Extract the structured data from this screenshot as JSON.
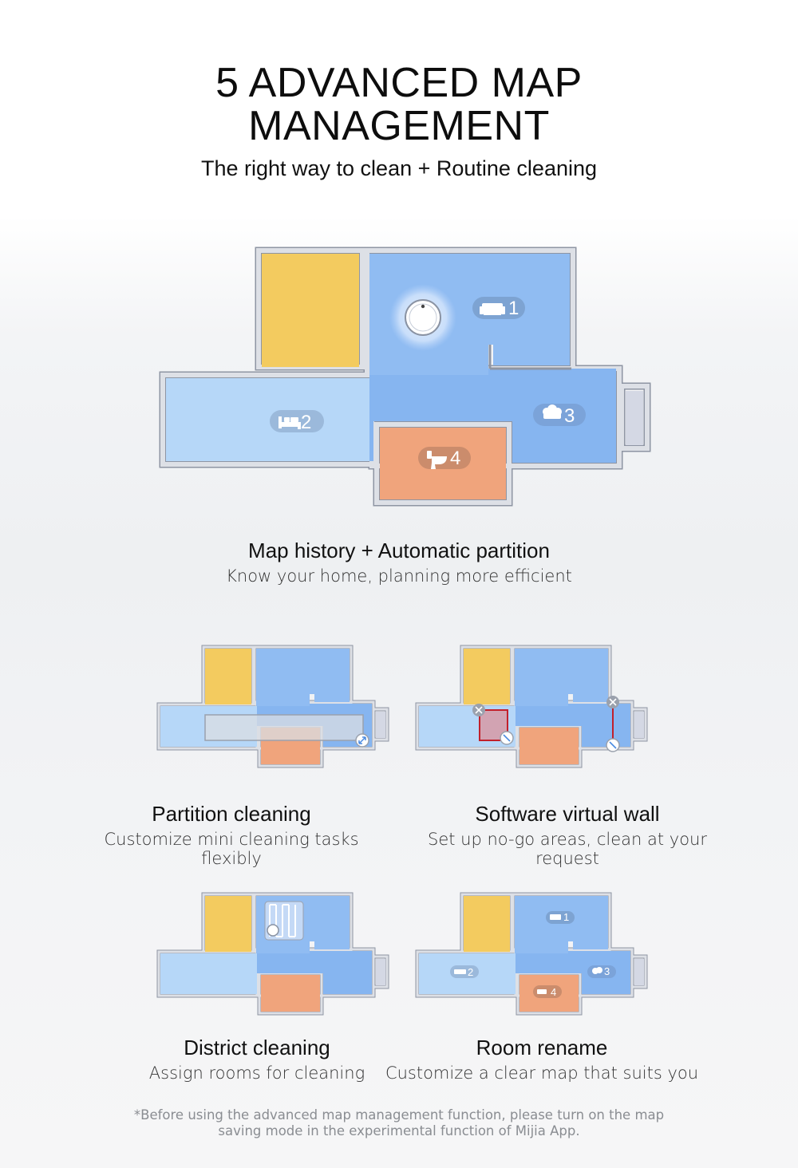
{
  "header": {
    "title_line1": "5 ADVANCED MAP",
    "title_line2": "MANAGEMENT",
    "subtitle": "The right way to clean + Routine cleaning"
  },
  "main_map": {
    "room_labels": [
      "1",
      "2",
      "3",
      "4"
    ],
    "title": "Map history + Automatic partition",
    "description": "Know your home, planning more efficient"
  },
  "features": [
    {
      "title": "Partition cleaning",
      "description": "Customize mini cleaning tasks flexibly"
    },
    {
      "title": "Software virtual wall",
      "description": "Set up no-go areas, clean at your request"
    },
    {
      "title": "District cleaning",
      "description": "Assign rooms for cleaning"
    },
    {
      "title": "Room rename",
      "description": "Customize a clear map that suits you"
    }
  ],
  "rename_labels": [
    "1",
    "2",
    "3",
    "4"
  ],
  "footnote": {
    "line1": "*Before using the advanced map management function, please turn on the map",
    "line2": "saving mode in the experimental function of Mijia App."
  },
  "colors": {
    "yellow_room": "#f3cb5f",
    "blue_room": "#90bcf2",
    "light_blue_room": "#b6d7f8",
    "orange_room": "#f0a47c",
    "wall": "#d6d9e0",
    "wall_outline": "#8e95a3"
  }
}
